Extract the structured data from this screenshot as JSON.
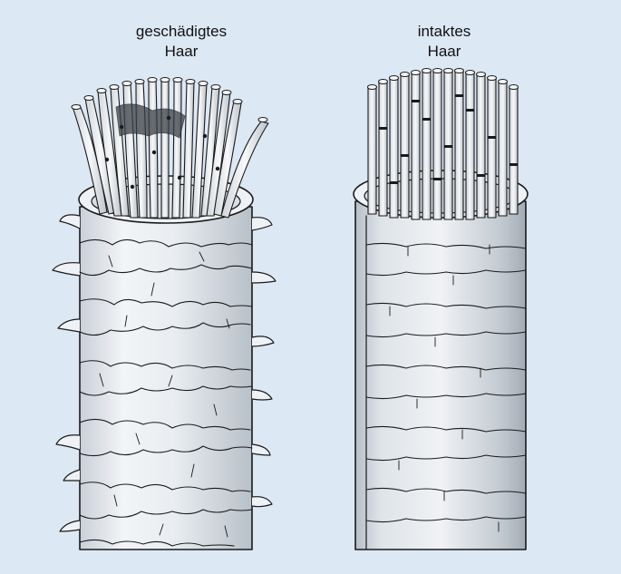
{
  "figure": {
    "background": "#dde8f5",
    "ink": "#1a1a1a",
    "cuticle_fill": "#eef2f6",
    "shade": "#9aa3ad"
  },
  "damaged": {
    "label_line1": "geschädigtes",
    "label_line2": "Haar",
    "icon": "damaged-hair-strand-illustration"
  },
  "intact": {
    "label_line1": "intaktes",
    "label_line2": "Haar",
    "icon": "intact-hair-strand-illustration"
  }
}
